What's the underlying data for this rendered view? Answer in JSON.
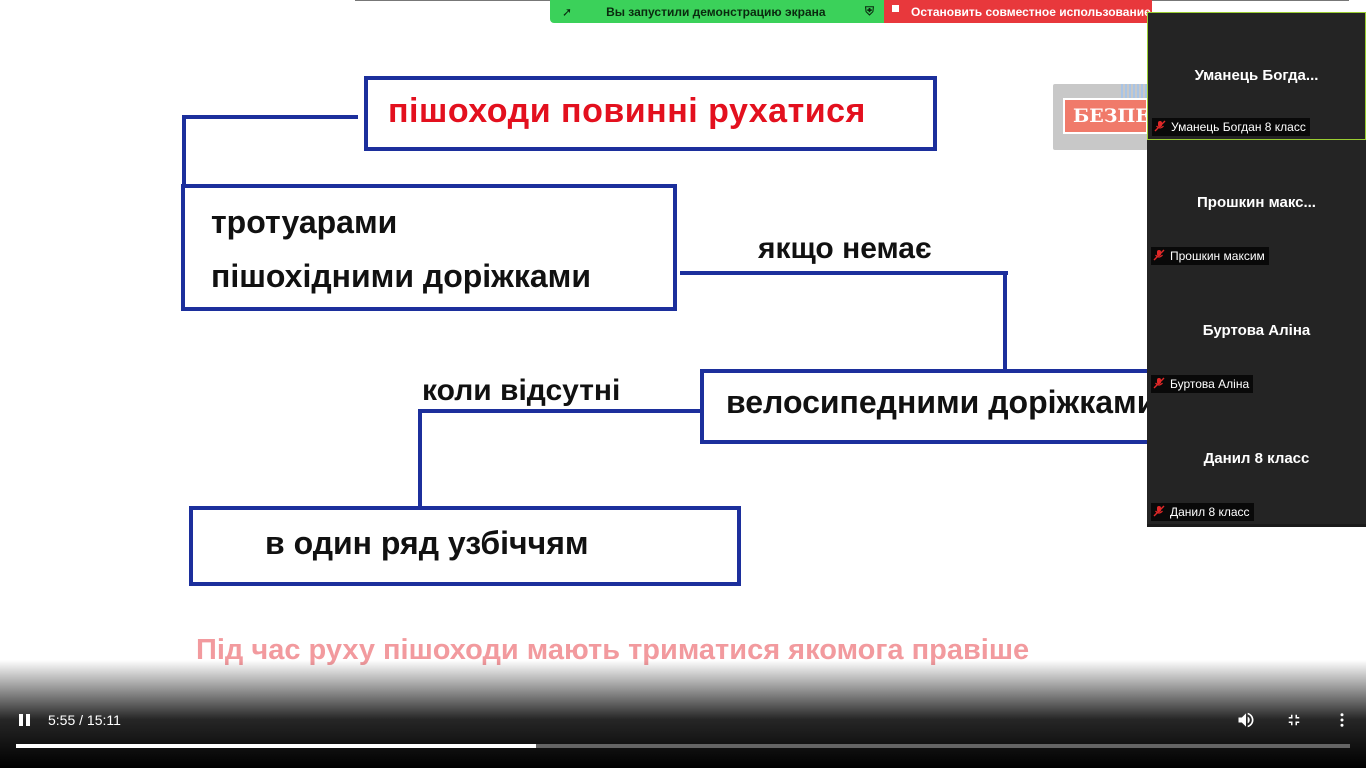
{
  "zoom": {
    "share_status": "Вы запустили демонстрацию экрана",
    "stop_share": "Остановить совместное использование"
  },
  "slide": {
    "title_box": "пішоходи повинні рухатися",
    "option1_line1": "тротуарами",
    "option1_line2": "пішохідними доріжками",
    "connector1": "якщо немає",
    "option2": "велосипедними доріжками",
    "connector2": "коли відсутні",
    "option3": "в один ряд узбіччям",
    "footer_note": "Під час руху пішоходи мають триматися якомога правіше",
    "logo_text": "БЕЗПЕ",
    "colors": {
      "box_border": "#1c2f9c",
      "title_red": "#e3101e",
      "footer_pink": "#f29a9e"
    }
  },
  "participants": [
    {
      "display": "Уманець  Богда...",
      "label": "Уманець Богдан 8 класс",
      "muted": true,
      "active": true
    },
    {
      "display": "Прошкин  макс...",
      "label": "Прошкин максим",
      "muted": true,
      "active": false
    },
    {
      "display": "Буртова Аліна",
      "label": "Буртова Аліна",
      "muted": true,
      "active": false
    },
    {
      "display": "Данил 8 класс",
      "label": "Данил 8 класс",
      "muted": true,
      "active": false
    }
  ],
  "player": {
    "time": "5:55 / 15:11",
    "progress_fraction": 0.39,
    "icons": [
      "pause-icon",
      "volume-icon",
      "exit-fullscreen-icon",
      "more-vert-icon"
    ]
  }
}
